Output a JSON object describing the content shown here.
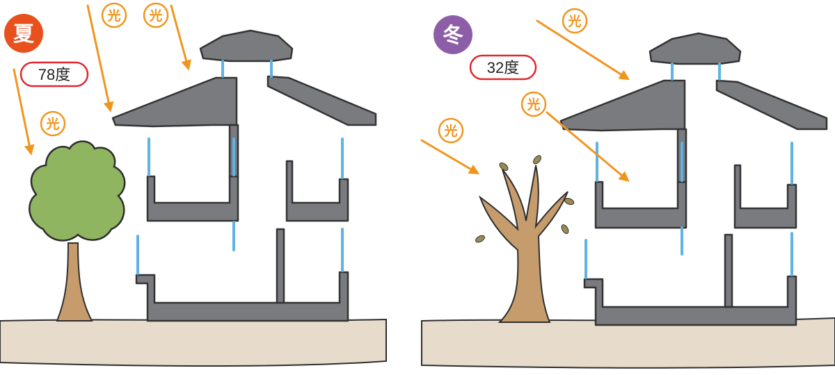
{
  "colors": {
    "summer_badge": "#e8511e",
    "winter_badge": "#8d5ea8",
    "temperature_outline": "#e0262f",
    "light": "#f0951c",
    "house": "#7a7b7f",
    "window_glass": "#5fb2e2",
    "ground": "#e7dccb",
    "summer_tree_leaves": "#8fb560",
    "tree_trunk": "#c69c6d"
  },
  "summer": {
    "season_label": "夏",
    "temperature_label": "78度",
    "light_labels": [
      "光",
      "光",
      "光"
    ]
  },
  "winter": {
    "season_label": "冬",
    "temperature_label": "32度",
    "light_labels": [
      "光",
      "光",
      "光"
    ]
  }
}
